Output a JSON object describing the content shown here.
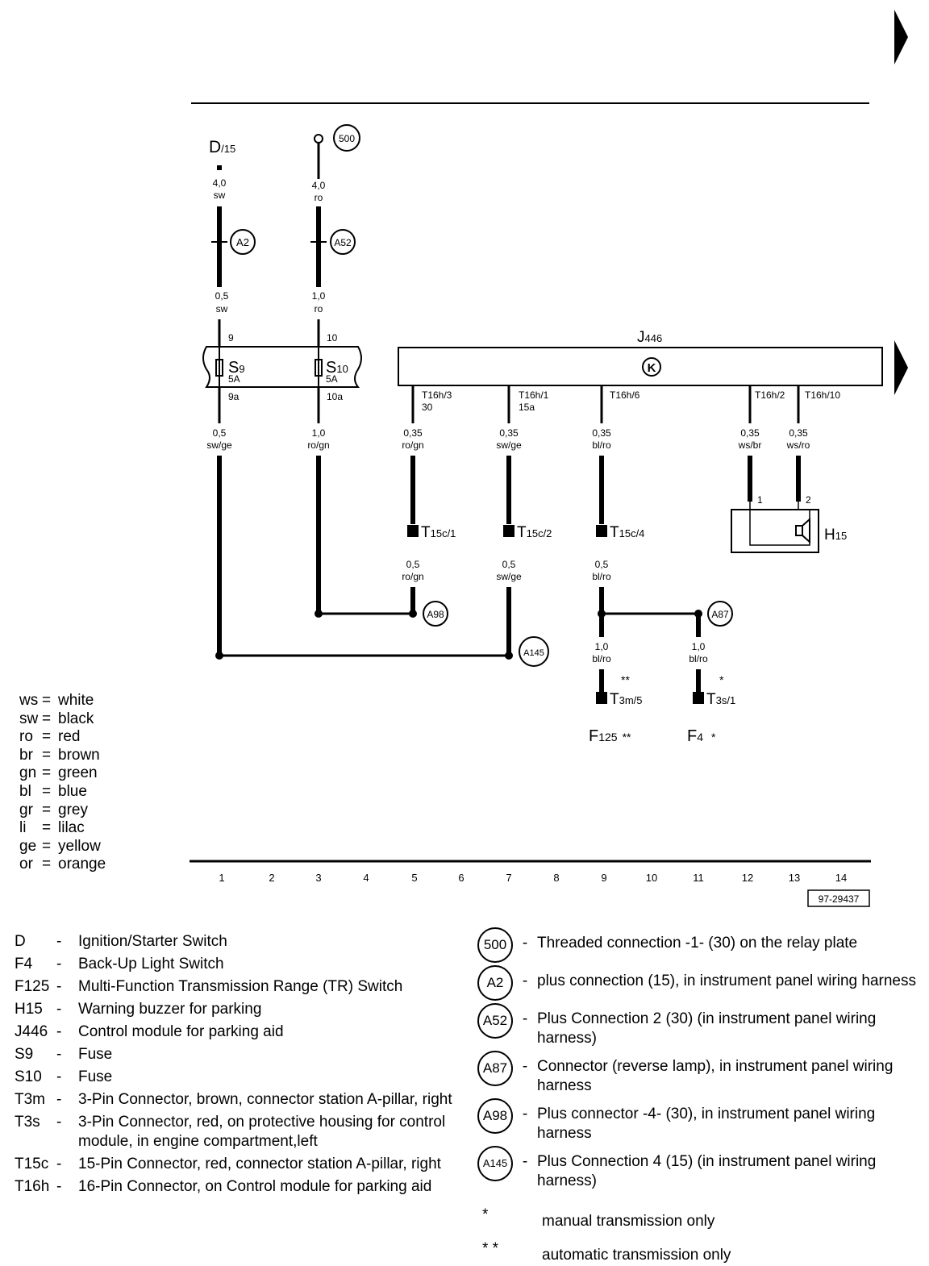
{
  "drawing_number": "97-29437",
  "wires": {
    "w1a": {
      "size": "4,0",
      "color": "sw"
    },
    "w3a": {
      "size": "4,0",
      "color": "ro"
    },
    "w1b": {
      "size": "0,5",
      "color": "sw"
    },
    "w3b": {
      "size": "1,0",
      "color": "ro"
    },
    "w1c": {
      "size": "0,5",
      "color": "sw/ge"
    },
    "w3c": {
      "size": "1,0",
      "color": "ro/gn"
    },
    "w5a": {
      "size": "0,35",
      "color": "ro/gn"
    },
    "w7a": {
      "size": "0,35",
      "color": "sw/ge"
    },
    "w9a": {
      "size": "0,35",
      "color": "bl/ro"
    },
    "w12a": {
      "size": "0,35",
      "color": "ws/br"
    },
    "w13a": {
      "size": "0,35",
      "color": "ws/ro"
    },
    "w5b": {
      "size": "0,5",
      "color": "ro/gn"
    },
    "w7b": {
      "size": "0,5",
      "color": "sw/ge"
    },
    "w9b": {
      "size": "0,5",
      "color": "bl/ro"
    },
    "w9c": {
      "size": "1,0",
      "color": "bl/ro"
    },
    "w11c": {
      "size": "1,0",
      "color": "bl/ro"
    }
  },
  "labels": {
    "d15": "D",
    "d15_sub": "/15",
    "j446": "J",
    "j446_sub": "446",
    "j446_symbol": "K",
    "h15": "H",
    "h15_sub": "15",
    "f125": "F",
    "f125_sub": "125",
    "f125_mark": "**",
    "f4": "F",
    "f4_sub": "4",
    "f4_mark": "*",
    "s9": "S",
    "s9_sub": "9",
    "s9_rating": "5A",
    "s10": "S",
    "s10_sub": "10",
    "s10_rating": "5A",
    "pin9": "9",
    "pin9a": "9a",
    "pin10": "10",
    "pin10a": "10a",
    "t16h3": "T16h/3",
    "t16h3_term": "30",
    "t16h1": "T16h/1",
    "t16h1_term": "15a",
    "t16h6": "T16h/6",
    "t16h2": "T16h/2",
    "t16h10": "T16h/10",
    "t15c1": "T",
    "t15c1_sub": "15c/1",
    "t15c2": "T",
    "t15c2_sub": "15c/2",
    "t15c4": "T",
    "t15c4_sub": "15c/4",
    "t3m5": "T",
    "t3m5_sub": "3m/5",
    "t3m5_mark": "**",
    "t3s1": "T",
    "t3s1_sub": "3s/1",
    "t3s1_mark": "*",
    "h15_pin1": "1",
    "h15_pin2": "2",
    "c500": "500",
    "a2": "A2",
    "a52": "A52",
    "a98": "A98",
    "a145": "A145",
    "a87": "A87"
  },
  "grid_numbers": [
    "1",
    "2",
    "3",
    "4",
    "5",
    "6",
    "7",
    "8",
    "9",
    "10",
    "11",
    "12",
    "13",
    "14"
  ],
  "color_legend": [
    {
      "abbr": "ws",
      "name": "white"
    },
    {
      "abbr": "sw",
      "name": "black"
    },
    {
      "abbr": "ro",
      "name": "red"
    },
    {
      "abbr": "br",
      "name": "brown"
    },
    {
      "abbr": "gn",
      "name": "green"
    },
    {
      "abbr": "bl",
      "name": "blue"
    },
    {
      "abbr": "gr",
      "name": "grey"
    },
    {
      "abbr": "li",
      "name": "lilac"
    },
    {
      "abbr": "ge",
      "name": "yellow"
    },
    {
      "abbr": "or",
      "name": "orange"
    }
  ],
  "components": [
    {
      "code": "D",
      "desc": "Ignition/Starter Switch"
    },
    {
      "code": "F4",
      "desc": "Back-Up Light Switch"
    },
    {
      "code": "F125",
      "desc": "Multi-Function Transmission Range (TR) Switch"
    },
    {
      "code": "H15",
      "desc": "Warning buzzer for parking"
    },
    {
      "code": "J446",
      "desc": "Control module for parking aid"
    },
    {
      "code": "S9",
      "desc": "Fuse"
    },
    {
      "code": "S10",
      "desc": "Fuse"
    },
    {
      "code": "T3m",
      "desc": "3-Pin Connector, brown, connector station A-pillar, right"
    },
    {
      "code": "T3s",
      "desc": "3-Pin Connector, red, on protective housing for control module, in engine compartment,left"
    },
    {
      "code": "T15c",
      "desc": "15-Pin Connector, red, connector station A-pillar, right"
    },
    {
      "code": "T16h",
      "desc": "16-Pin Connector, on Control module for parking aid"
    }
  ],
  "connections": [
    {
      "code": "500",
      "desc": "Threaded connection -1- (30) on the relay plate"
    },
    {
      "code": "A2",
      "desc": "plus connection (15), in instrument panel wiring harness"
    },
    {
      "code": "A52",
      "desc": "Plus Connection 2 (30) (in instrument panel wiring harness)"
    },
    {
      "code": "A87",
      "desc": "Connector (reverse lamp), in instrument panel wiring harness"
    },
    {
      "code": "A98",
      "desc": " Plus connector -4- (30), in instrument panel wiring harness"
    },
    {
      "code": "A145",
      "desc": "Plus Connection 4 (15) (in instrument panel wiring harness)"
    }
  ],
  "notes": [
    {
      "mark": "*",
      "desc": "manual transmission only"
    },
    {
      "mark": "* *",
      "desc": "automatic transmission only"
    }
  ],
  "legend_equals": "=",
  "dash": "-"
}
